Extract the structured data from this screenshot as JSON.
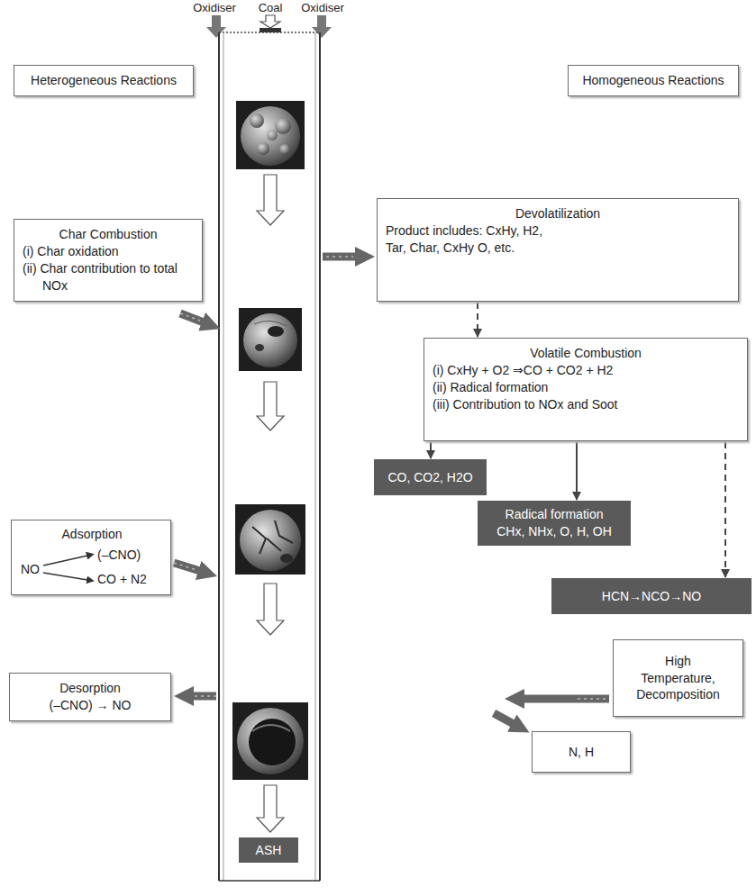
{
  "diagram": {
    "nodes": [
      {
        "text": [
          "Heterogeneous Reactions"
        ]
      },
      {
        "text": [
          "Homogeneous Reactions"
        ]
      },
      {
        "text": [
          "Devolatilization",
          "Product includes: CxHy, H2, Tar, Char, CxHy O, etc."
        ]
      },
      {
        "text": [
          "Char Combustion",
          "(i) Char oxidation",
          "(ii) Char contribution to total NOx"
        ]
      },
      {
        "text": [
          "Volatile Combustion",
          "(i) CxHy + O2 ⇒CO + CO2 + H2",
          "(ii) Radical formation",
          "(iii) Contribution to NOx and Soot"
        ]
      },
      {
        "text": [
          "CO, CO2, H2O"
        ]
      },
      {
        "text": [
          "Radical formation",
          "CHx, NHx, O, H, OH"
        ]
      },
      {
        "text": [
          "Adsorption",
          "NO",
          "(–CNO)",
          "CO + N2"
        ]
      },
      {
        "text": [
          "HCN→NCO→NO"
        ]
      },
      {
        "text": [
          "High Temperature, Decomposition"
        ]
      },
      {
        "text": [
          "Desorption",
          "(–CNO) → NO"
        ]
      },
      {
        "text": [
          "N, H"
        ]
      },
      {
        "text": [
          "ASH"
        ]
      }
    ],
    "edges": [
      {
        "from": 2,
        "to": 4,
        "arrow": "to"
      },
      {
        "from": 4,
        "to": 5,
        "arrow": "to"
      },
      {
        "from": 4,
        "to": 6,
        "arrow": "to"
      },
      {
        "from": 4,
        "to": 8,
        "arrow": "to"
      }
    ],
    "labels": [
      "Oxidiser",
      "Coal",
      "Oxidiser"
    ]
  }
}
